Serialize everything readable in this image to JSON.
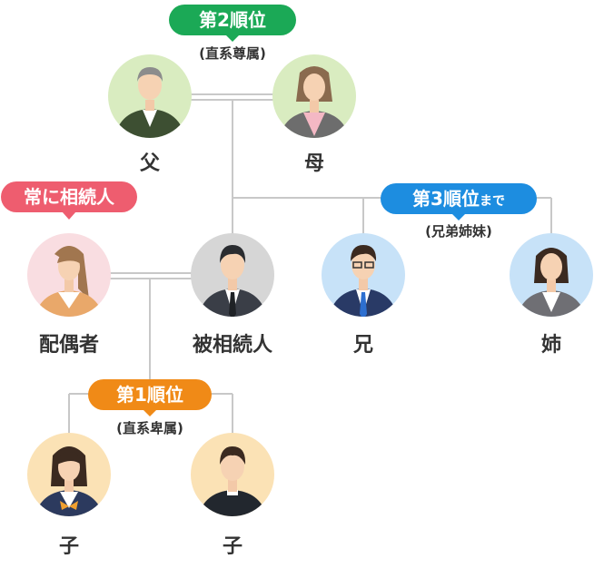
{
  "colors": {
    "line": "#c8c8c8",
    "badge_first": "#f08a17",
    "badge_second": "#1ba956",
    "badge_third": "#1d8de0",
    "badge_spouse": "#ee5d6f"
  },
  "badges": {
    "second": "第2順位",
    "second_sub": "(直系尊属)",
    "third": "第3順位",
    "third_suffix": "まで",
    "third_sub": "(兄弟姉妹)",
    "first": "第1順位",
    "first_sub": "(直系卑属)",
    "spouse": "常に相続人"
  },
  "people": {
    "father": "父",
    "mother": "母",
    "spouse": "配偶者",
    "deceased": "被相続人",
    "brother": "兄",
    "sister": "姉",
    "child_girl": "子",
    "child_boy": "子"
  }
}
